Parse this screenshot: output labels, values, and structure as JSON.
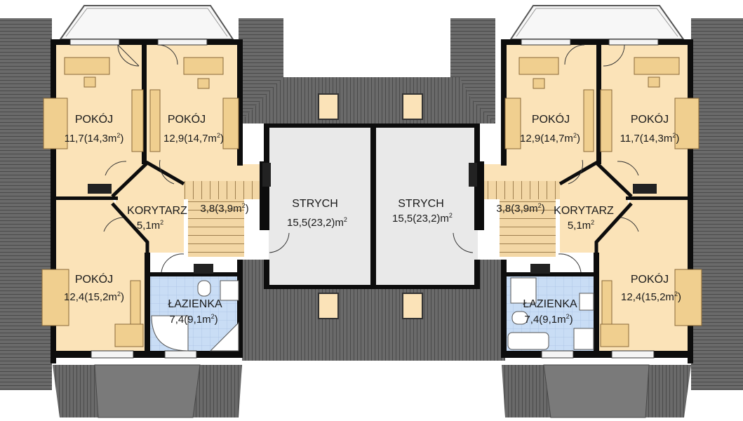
{
  "plan": {
    "colors": {
      "roof": "#6a6a6a",
      "roof_line": "#4a4a4a",
      "room_floor": "#fbe3b8",
      "bath_floor": "#c9ddf5",
      "attic_floor": "#e9e9e9",
      "wall": "#0d0d0d",
      "furniture": "#f0cf8f",
      "furniture_stroke": "#8a6a3a",
      "stairs": "#f3d7a5",
      "window": "#f4f4f4"
    },
    "rooms": [
      {
        "id": "room-left-top-left",
        "name": "POKÓJ",
        "area": "11,7(14,3m",
        "sup": "2",
        "tail": ")"
      },
      {
        "id": "room-left-top-right",
        "name": "POKÓJ",
        "area": "12,9(14,7m",
        "sup": "2",
        "tail": ")"
      },
      {
        "id": "corridor-left",
        "name": "KORYTARZ",
        "area": "5,1m",
        "sup": "2",
        "tail": ""
      },
      {
        "id": "stairs-left",
        "name": "",
        "area": "3,8(3,9m",
        "sup": "2",
        "tail": ")"
      },
      {
        "id": "room-left-bottom",
        "name": "POKÓJ",
        "area": "12,4(15,2m",
        "sup": "2",
        "tail": ")"
      },
      {
        "id": "bath-left",
        "name": "ŁAZIENKA",
        "area": "7,4(9,1m",
        "sup": "2",
        "tail": ")"
      },
      {
        "id": "attic-left",
        "name": "STRYCH",
        "area": "15,5(23,2)m",
        "sup": "2",
        "tail": ""
      },
      {
        "id": "attic-right",
        "name": "STRYCH",
        "area": "15,5(23,2)m",
        "sup": "2",
        "tail": ""
      },
      {
        "id": "room-right-top-left",
        "name": "POKÓJ",
        "area": "12,9(14,7m",
        "sup": "2",
        "tail": ")"
      },
      {
        "id": "room-right-top-right",
        "name": "POKÓJ",
        "area": "11,7(14,3m",
        "sup": "2",
        "tail": ")"
      },
      {
        "id": "stairs-right",
        "name": "",
        "area": "3,8(3,9m",
        "sup": "2",
        "tail": ")"
      },
      {
        "id": "corridor-right",
        "name": "KORYTARZ",
        "area": "5,1m",
        "sup": "2",
        "tail": ""
      },
      {
        "id": "bath-right",
        "name": "ŁAZIENKA",
        "area": "7,4(9,1m",
        "sup": "2",
        "tail": ")"
      },
      {
        "id": "room-right-bottom",
        "name": "POKÓJ",
        "area": "12,4(15,2m",
        "sup": "2",
        "tail": ")"
      }
    ]
  }
}
